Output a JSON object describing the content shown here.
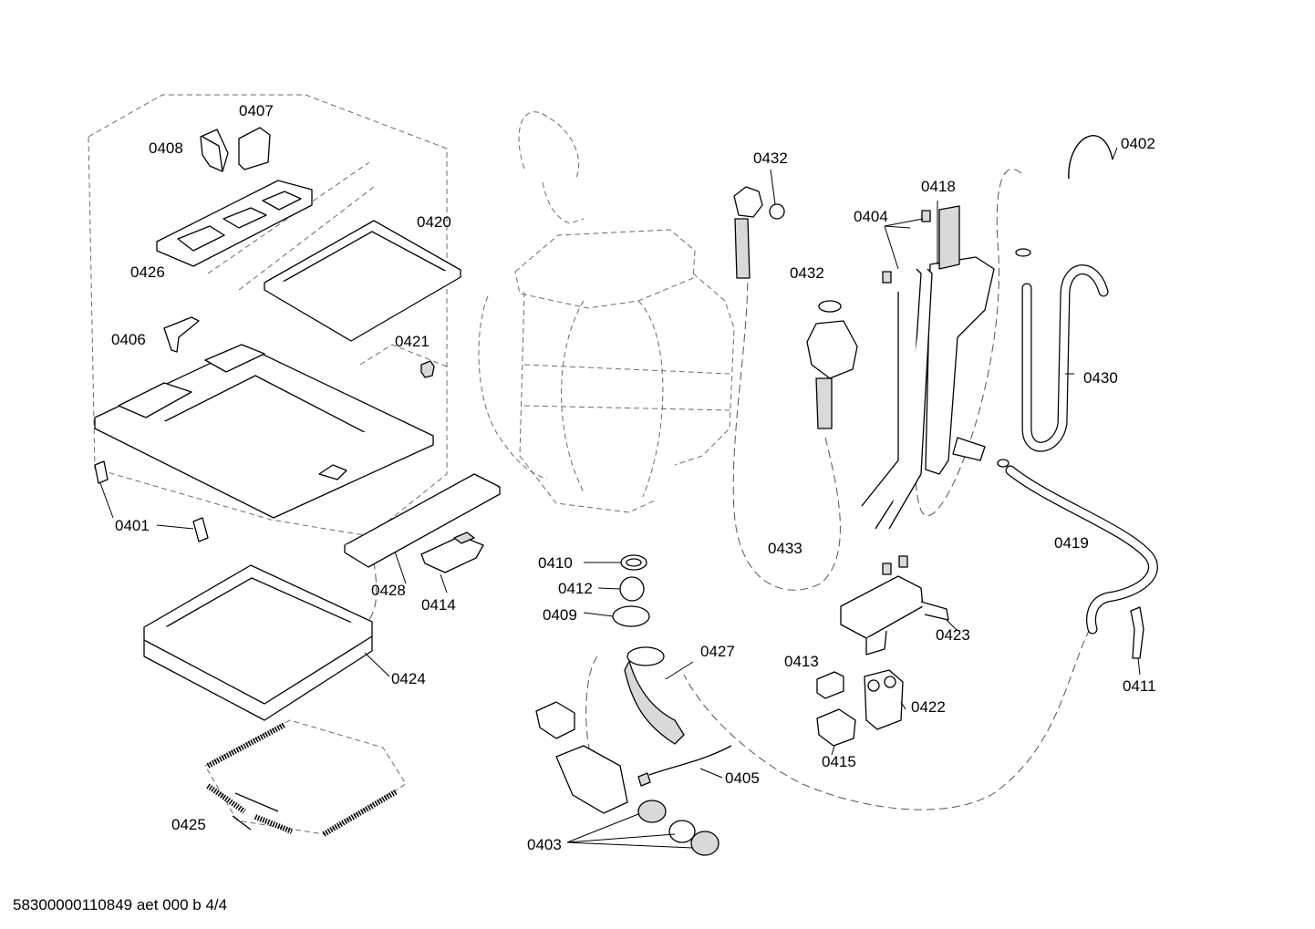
{
  "diagram": {
    "footer_text": "58300000110849 aet 000 b 4/4",
    "callouts": [
      {
        "id": "0407",
        "label": "0407"
      },
      {
        "id": "0408",
        "label": "0408"
      },
      {
        "id": "0420",
        "label": "0420"
      },
      {
        "id": "0426",
        "label": "0426"
      },
      {
        "id": "0406",
        "label": "0406"
      },
      {
        "id": "0421",
        "label": "0421"
      },
      {
        "id": "0401",
        "label": "0401"
      },
      {
        "id": "0428",
        "label": "0428"
      },
      {
        "id": "0414",
        "label": "0414"
      },
      {
        "id": "0424",
        "label": "0424"
      },
      {
        "id": "0425",
        "label": "0425"
      },
      {
        "id": "0432a",
        "label": "0432"
      },
      {
        "id": "0432b",
        "label": "0432"
      },
      {
        "id": "0433",
        "label": "0433"
      },
      {
        "id": "0410",
        "label": "0410"
      },
      {
        "id": "0412",
        "label": "0412"
      },
      {
        "id": "0409",
        "label": "0409"
      },
      {
        "id": "0427",
        "label": "0427"
      },
      {
        "id": "0405",
        "label": "0405"
      },
      {
        "id": "0403",
        "label": "0403"
      },
      {
        "id": "0418",
        "label": "0418"
      },
      {
        "id": "0404",
        "label": "0404"
      },
      {
        "id": "0402",
        "label": "0402"
      },
      {
        "id": "0430",
        "label": "0430"
      },
      {
        "id": "0419",
        "label": "0419"
      },
      {
        "id": "0423",
        "label": "0423"
      },
      {
        "id": "0413",
        "label": "0413"
      },
      {
        "id": "0422",
        "label": "0422"
      },
      {
        "id": "0415",
        "label": "0415"
      },
      {
        "id": "0411",
        "label": "0411"
      }
    ]
  }
}
